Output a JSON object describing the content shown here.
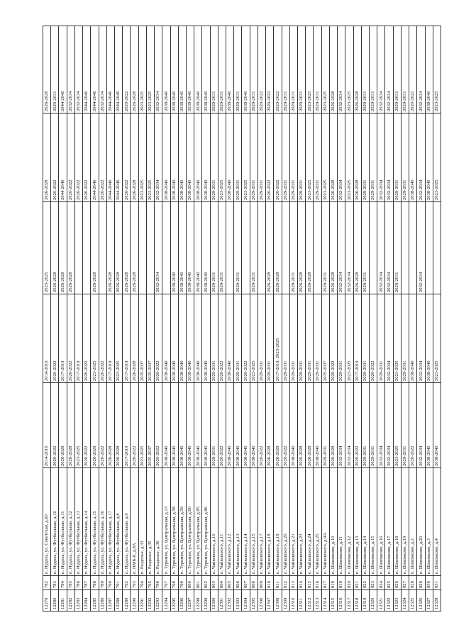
{
  "rows": [
    [
      "12279",
      "782",
      "п. Нудоль, ул. Советская, д.60",
      "2014-2016",
      "2014-2016",
      "2023-2025",
      "2026-2028",
      "2026-2028"
    ],
    [
      "12280",
      "783",
      "п. Нудоль, ул. Футбольная, д.10",
      "2020-2022",
      "2020-2022",
      "2026-2028",
      "2020-2022",
      "2029-2031"
    ],
    [
      "12281",
      "784",
      "п. Нудоль, ул. Футбольная, д.11",
      "2026-2028",
      "2017-2019",
      "2026-2028",
      "2044-2046",
      "2044-2046"
    ],
    [
      "12282",
      "785",
      "п. Нудоль, ул. Футбольная, д.12",
      "2026-2028",
      "2020-2022",
      "2026-2028",
      "2020-2022",
      "2032-2034"
    ],
    [
      "12283",
      "786",
      "п. Нудоль, ул. Футбольная, д.13",
      "2023-2025",
      "2017-2019",
      "",
      "2020-2022",
      "2032-2034"
    ],
    [
      "12284",
      "787",
      "п. Нудоль, ул. Футбольная, д.14",
      "2020-2022",
      "2020-2022",
      "",
      "2020-2022",
      "2044-2046"
    ],
    [
      "12285",
      "788",
      "п. Нудоль, ул. Футбольная, д.15",
      "2026-2028",
      "2023-2025",
      "2026-2028",
      "2044-2046",
      "2044-2046"
    ],
    [
      "12286",
      "789",
      "п. Нудоль, ул. Футбольная, д.16",
      "2020-2022",
      "2020-2022",
      "",
      "2020-2022",
      "2032-2034"
    ],
    [
      "12287",
      "790",
      "п. Нудоль, ул. Футбольная, д.17",
      "2026-2028",
      "2017-2019",
      "2026-2028",
      "2044-2046",
      "2044-2046"
    ],
    [
      "12288",
      "791",
      "п. Нудоль, ул. Футбольная, д.8",
      "2026-2028",
      "2023-2025",
      "2026-2028",
      "2044-2046",
      "2044-2046"
    ],
    [
      "12289",
      "792",
      "п. Нудоль, ул. Футбольная, д.9",
      "2017-2019",
      "2017-2019",
      "2026-2028",
      "2020-2022",
      "2020-2022"
    ],
    [
      "12290",
      "793",
      "п. ПМК-8, д.8А",
      "2020-2022",
      "2026-2028",
      "2026-2028",
      "2026-2028",
      "2026-2028"
    ],
    [
      "12291",
      "794",
      "п. Раздолье, д.33",
      "2023-2025",
      "2035-2037",
      "",
      "2023-2025",
      "2023-2025"
    ],
    [
      "12292",
      "795",
      "п. Раздолье, д.35",
      "2035-2037",
      "2035-2037",
      "",
      "2023-2025",
      "2023-2025"
    ],
    [
      "12293",
      "796",
      "п. Раздолье, д.36",
      "2020-2022",
      "2020-2022",
      "2032-2034",
      "2032-2034",
      "2032-2034"
    ],
    [
      "12294",
      "797",
      "п. Туркмен, ул. Центральная, д.13",
      "2038-2040",
      "2038-2040",
      "",
      "2038-2040",
      "2038-2040"
    ],
    [
      "12295",
      "798",
      "п. Туркмен, ул. Центральная, д.58",
      "2038-2040",
      "2038-2040",
      "2038-2040",
      "2038-2040",
      "2038-2040"
    ],
    [
      "12296",
      "799",
      "п. Туркмен, ул. Центральная, д.59",
      "2038-2040",
      "2038-2040",
      "2038-2040",
      "2038-2040",
      "2038-2040"
    ],
    [
      "12297",
      "800",
      "п. Туркмен, ул. Центральная, д.60",
      "2038-2040",
      "2038-2040",
      "2038-2040",
      "2038-2040",
      "2038-2040"
    ],
    [
      "12298",
      "801",
      "п. Туркмен, ул. Центральная, д.85",
      "2038-2040",
      "2038-2040",
      "2038-2040",
      "2038-2040",
      "2038-2040"
    ],
    [
      "12299",
      "802",
      "п. Туркмен, ул. Центральная, д.86",
      "2038-2040",
      "2038-2040",
      "2038-2040",
      "2038-2040",
      "2038-2040"
    ],
    [
      "12300",
      "803",
      "п. Чайковского, д.10",
      "2029-2031",
      "2029-2031",
      "2029-2031",
      "2029-2031",
      "2029-2031"
    ],
    [
      "12301",
      "804",
      "п. Чайковского, д.11",
      "2020-2022",
      "2020-2022",
      "2029-2031",
      "2023-2025",
      "2029-2031"
    ],
    [
      "12302",
      "805",
      "п. Чайковского, д.12",
      "2038-2040",
      "2038-2040",
      "",
      "2038-2040",
      "2038-2040"
    ],
    [
      "12303",
      "806",
      "п. Чайковского, д.13",
      "2038-2040",
      "2029-2031",
      "2029-2031",
      "2029-2031",
      "2029-2031"
    ],
    [
      "12304",
      "807",
      "п. Чайковского, д.14",
      "2038-2040",
      "2020-2022",
      "",
      "2023-2025",
      "2038-2040"
    ],
    [
      "12305",
      "808",
      "п. Чайковского, д.15",
      "2038-2040",
      "2023-2025",
      "2029-2031",
      "2029-2031",
      "2029-2031"
    ],
    [
      "12306",
      "809",
      "п. Чайковского, д.17",
      "2020-2022",
      "2029-2031",
      "",
      "2029-2031",
      "2020-2022"
    ],
    [
      "12307",
      "810",
      "п. Чайковского, д.18",
      "2026-2028",
      "2029-2031",
      "2026-2028",
      "2020-2022",
      "2020-2022"
    ],
    [
      "12308",
      "811",
      "п. Чайковского, д.19",
      "2026-2028",
      "2017-2019, 2023-2025",
      "2026-2028",
      "2020-2022",
      "2020-2022"
    ],
    [
      "12309",
      "812",
      "п. Чайковского, д.20",
      "2020-2022",
      "2029-2031",
      "",
      "2029-2031",
      "2029-2031"
    ],
    [
      "12310",
      "813",
      "п. Чайковского, д.21",
      "2038-2040",
      "2029-2031",
      "2029-2031",
      "2029-2031",
      "2029-2031"
    ],
    [
      "12311",
      "814",
      "п. Чайковского, д.23",
      "2026-2028",
      "2029-2031",
      "2026-2028",
      "2029-2031",
      "2029-2031"
    ],
    [
      "12312",
      "815",
      "п. Чайковского, д.24",
      "2026-2028",
      "2029-2031",
      "2026-2028",
      "2023-2025",
      "2023-2025"
    ],
    [
      "12313",
      "816",
      "п. Чайковского, д.25",
      "2038-2040",
      "2029-2031",
      "",
      "2029-2031",
      "2029-2031"
    ],
    [
      "12314",
      "817",
      "п. Чайковского, д.9А",
      "2029-2031",
      "2035-2037",
      "2029-2031",
      "2023-2025",
      "2023-2025"
    ],
    [
      "12315",
      "818",
      "п. Шевляково, д.10",
      "2026-2028",
      "2020-2022",
      "2026-2028",
      "2026-2028",
      "2026-2028"
    ],
    [
      "12316",
      "819",
      "п. Шевляково, д.11",
      "2032-2034",
      "2029-2031",
      "2032-2034",
      "2032-2034",
      "2032-2034"
    ],
    [
      "12317",
      "820",
      "п. Шевляково, д.12",
      "2032-2034",
      "2023-2025",
      "2032-2034",
      "2023-2025",
      "2023-2025"
    ],
    [
      "12318",
      "821",
      "п. Шевляково, д.13",
      "2020-2022",
      "2017-2019",
      "2026-2028",
      "2026-2028",
      "2026-2028"
    ],
    [
      "12319",
      "822",
      "п. Шевляково, д.14",
      "2029-2031",
      "2029-2031",
      "2029-2031",
      "2029-2031",
      "2029-2031"
    ],
    [
      "12320",
      "823",
      "п. Шевляково, д.15",
      "2029-2031",
      "2020-2022",
      "",
      "2029-2031",
      "2029-2031"
    ],
    [
      "12321",
      "824",
      "п. Шевляково, д.16",
      "2032-2034",
      "2029-2031",
      "2032-2034",
      "2032-2034",
      "2032-2034"
    ],
    [
      "12322",
      "825",
      "п. Шевляково, д.17",
      "2032-2034",
      "2032-2034",
      "2032-2034",
      "2032-2034",
      "2032-2034"
    ],
    [
      "12323",
      "826",
      "п. Шевляково, д.18",
      "2023-2025",
      "2023-2025",
      "2029-2031",
      "2029-2031",
      "2029-2031"
    ],
    [
      "12324",
      "827",
      "п. Шевляково, д.19",
      "2029-2031",
      "2029-2031",
      "",
      "2029-2031",
      "2029-2031"
    ],
    [
      "12325",
      "828",
      "п. Шевляково, д.2",
      "2020-2022",
      "2038-2040",
      "",
      "2038-2040",
      "2020-2022"
    ],
    [
      "12326",
      "829",
      "п. Шевляково, д.20",
      "2032-2034",
      "2032-2034",
      "2032-2034",
      "2032-2034",
      "2032-2034"
    ],
    [
      "12327",
      "830",
      "п. Шевляково, д.3",
      "2038-2040",
      "2038-2040",
      "",
      "2038-2040",
      "2038-2040"
    ],
    [
      "12328",
      "831",
      "п. Шевляково, д.4",
      "2038-2040",
      "2023-2025",
      "",
      "2023-2025",
      "2023-2025"
    ]
  ]
}
